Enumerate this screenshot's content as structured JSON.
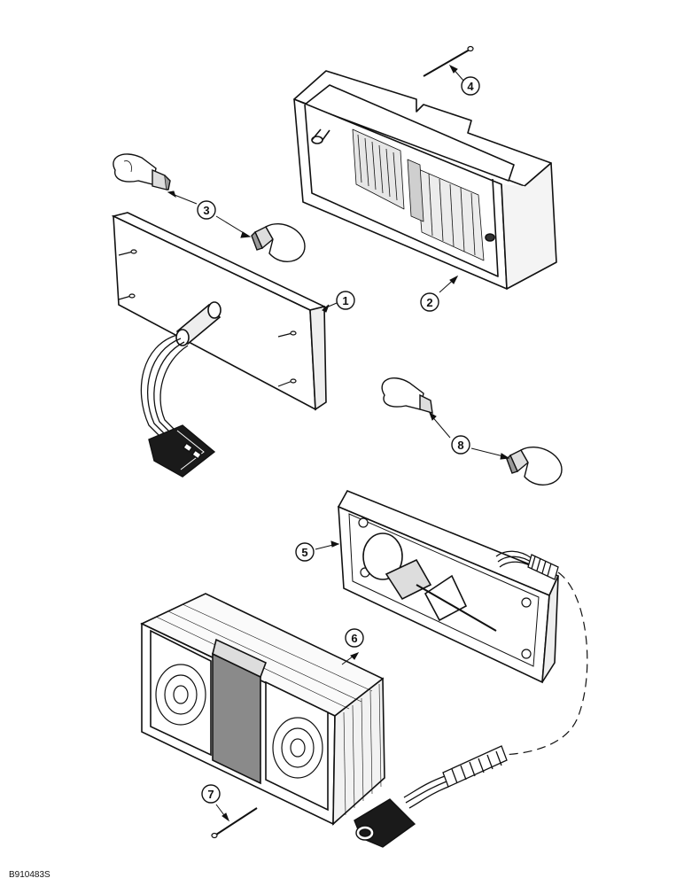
{
  "figure": {
    "reference_code": "B910483S",
    "callouts": [
      {
        "id": "1",
        "part": "circuit-board-plate"
      },
      {
        "id": "2",
        "part": "lamp-housing"
      },
      {
        "id": "3",
        "part": "bulbs-upper"
      },
      {
        "id": "4",
        "part": "pin-upper"
      },
      {
        "id": "5",
        "part": "bulb-holder-plate"
      },
      {
        "id": "6",
        "part": "lens-assembly"
      },
      {
        "id": "7",
        "part": "pin-lower"
      },
      {
        "id": "8",
        "part": "bulbs-lower"
      }
    ]
  }
}
